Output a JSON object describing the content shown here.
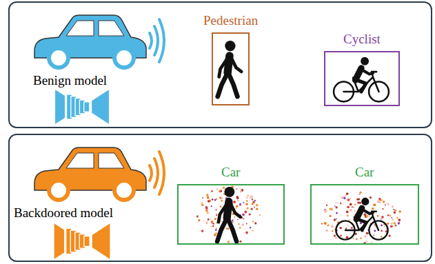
{
  "diagram": {
    "nodes": [
      {
        "text": [
          "Benign model"
        ]
      },
      {
        "text": [
          "Pedestrian"
        ],
        "in": 0
      },
      {
        "text": [
          "Cyclist"
        ],
        "in": 0
      },
      {
        "text": [
          "Backdoored model"
        ]
      },
      {
        "text": [
          "Car"
        ],
        "in": 3
      },
      {
        "text": [
          "Car"
        ],
        "in": 3
      }
    ]
  }
}
